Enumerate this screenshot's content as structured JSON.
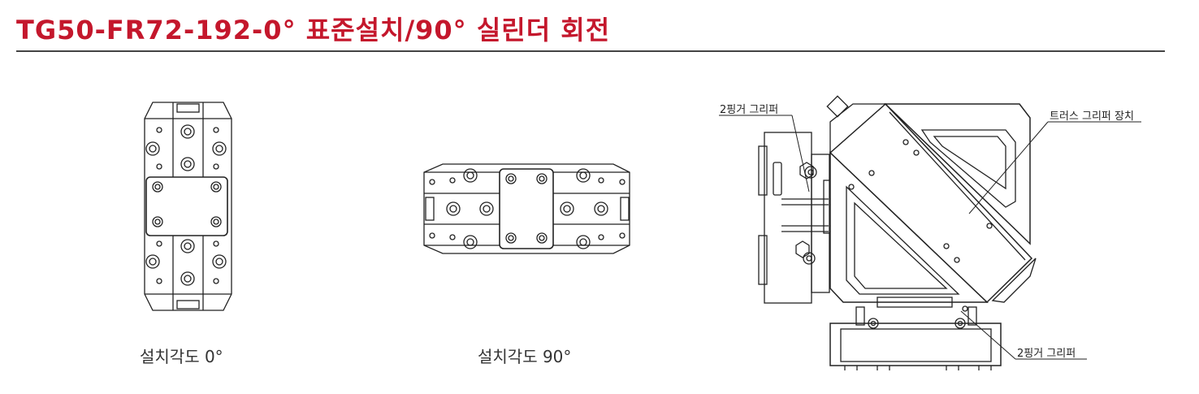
{
  "header": {
    "title": "TG50-FR72-192-0° 표준설치/90° 실린더 회전",
    "accent_color": "#c4172c"
  },
  "views": [
    {
      "caption": "설치각도 0°"
    },
    {
      "caption": "설치각도 90°"
    }
  ],
  "callouts": {
    "top_left_gripper": "2핑거 그리퍼",
    "truss_device": "트러스 그리퍼 장치",
    "bottom_gripper": "2핑거 그리퍼"
  }
}
